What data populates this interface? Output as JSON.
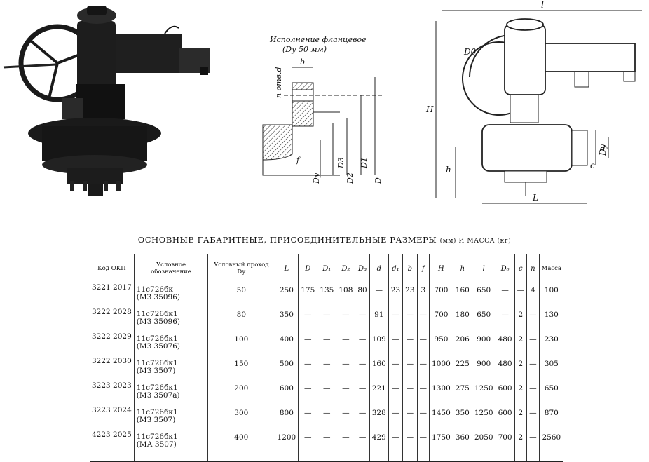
{
  "flange_drawing": {
    "caption_line1": "Исполнение фланцевое",
    "caption_line2": "(Dу 50 мм)",
    "labels": {
      "b": "b",
      "n_holes": "n отв.d",
      "f": "f",
      "Dy": "Dу",
      "D3": "D3",
      "D2": "D2",
      "D1": "D1",
      "D": "D"
    }
  },
  "dim_drawing": {
    "labels": {
      "l": "l",
      "D0": "D0",
      "H": "H",
      "h": "h",
      "L": "L",
      "Dy": "Dу",
      "d": "d",
      "c": "c"
    }
  },
  "table": {
    "title": "ОСНОВНЫЕ ГАБАРИТНЫЕ, ПРИСОЕДИНИТЕЛЬНЫЕ РАЗМЕРЫ",
    "title_units": "(мм) И МАССА (кг)",
    "headers": [
      {
        "key": "okp",
        "label": "Код ОКП",
        "sym": false
      },
      {
        "key": "des",
        "label": "Условное обозначение",
        "sym": false
      },
      {
        "key": "dy",
        "label": "Условный проход Dу",
        "sym": false
      },
      {
        "key": "L",
        "label": "L",
        "sym": true
      },
      {
        "key": "D",
        "label": "D",
        "sym": true
      },
      {
        "key": "D1",
        "label": "D₁",
        "sym": true
      },
      {
        "key": "D2",
        "label": "D₂",
        "sym": true
      },
      {
        "key": "D3",
        "label": "D₃",
        "sym": true
      },
      {
        "key": "d",
        "label": "d",
        "sym": true
      },
      {
        "key": "d1",
        "label": "d₁",
        "sym": true
      },
      {
        "key": "b",
        "label": "b",
        "sym": true
      },
      {
        "key": "f",
        "label": "f",
        "sym": true
      },
      {
        "key": "H",
        "label": "H",
        "sym": true
      },
      {
        "key": "h",
        "label": "h",
        "sym": true
      },
      {
        "key": "l",
        "label": "l",
        "sym": true
      },
      {
        "key": "D0",
        "label": "D₀",
        "sym": true
      },
      {
        "key": "c",
        "label": "c",
        "sym": true
      },
      {
        "key": "n",
        "label": "n",
        "sym": true
      },
      {
        "key": "mass",
        "label": "Масса",
        "sym": false
      }
    ],
    "rows": [
      {
        "okp": "3221 2017",
        "des1": "11с726бк",
        "des2": "(МЗ 35096)",
        "dy": "50",
        "L": "250",
        "D": "175",
        "D1": "135",
        "D2": "108",
        "D3": "80",
        "d": "—",
        "d1": "23",
        "b": "23",
        "f": "3",
        "H": "700",
        "h": "160",
        "l": "650",
        "D0": "—",
        "c": "—",
        "n": "4",
        "mass": "100"
      },
      {
        "okp": "3222 2028",
        "des1": "11с726бк1",
        "des2": "(МЗ 35096)",
        "dy": "80",
        "L": "350",
        "D": "—",
        "D1": "—",
        "D2": "—",
        "D3": "—",
        "d": "91",
        "d1": "—",
        "b": "—",
        "f": "—",
        "H": "700",
        "h": "180",
        "l": "650",
        "D0": "—",
        "c": "2",
        "n": "—",
        "mass": "130"
      },
      {
        "okp": "3222 2029",
        "des1": "11с726бк1",
        "des2": "(МЗ 35076)",
        "dy": "100",
        "L": "400",
        "D": "—",
        "D1": "—",
        "D2": "—",
        "D3": "—",
        "d": "109",
        "d1": "—",
        "b": "—",
        "f": "—",
        "H": "950",
        "h": "206",
        "l": "900",
        "D0": "480",
        "c": "2",
        "n": "—",
        "mass": "230"
      },
      {
        "okp": "3222 2030",
        "des1": "11с726бк1",
        "des2": "(МЗ 3507)",
        "dy": "150",
        "L": "500",
        "D": "—",
        "D1": "—",
        "D2": "—",
        "D3": "—",
        "d": "160",
        "d1": "—",
        "b": "—",
        "f": "—",
        "H": "1000",
        "h": "225",
        "l": "900",
        "D0": "480",
        "c": "2",
        "n": "—",
        "mass": "305"
      },
      {
        "okp": "3223 2023",
        "des1": "11с726бк1",
        "des2": "(МЗ 3507а)",
        "dy": "200",
        "L": "600",
        "D": "—",
        "D1": "—",
        "D2": "—",
        "D3": "—",
        "d": "221",
        "d1": "—",
        "b": "—",
        "f": "—",
        "H": "1300",
        "h": "275",
        "l": "1250",
        "D0": "600",
        "c": "2",
        "n": "—",
        "mass": "650"
      },
      {
        "okp": "3223 2024",
        "des1": "11с726бк1",
        "des2": "(МЗ 3507)",
        "dy": "300",
        "L": "800",
        "D": "—",
        "D1": "—",
        "D2": "—",
        "D3": "—",
        "d": "328",
        "d1": "—",
        "b": "—",
        "f": "—",
        "H": "1450",
        "h": "350",
        "l": "1250",
        "D0": "600",
        "c": "2",
        "n": "—",
        "mass": "870"
      },
      {
        "okp": "4223 2025",
        "des1": "11с726бк1",
        "des2": "(МА 3507)",
        "dy": "400",
        "L": "1200",
        "D": "—",
        "D1": "—",
        "D2": "—",
        "D3": "—",
        "d": "429",
        "d1": "—",
        "b": "—",
        "f": "—",
        "H": "1750",
        "h": "360",
        "l": "2050",
        "D0": "700",
        "c": "2",
        "n": "—",
        "mass": "2560"
      }
    ]
  }
}
